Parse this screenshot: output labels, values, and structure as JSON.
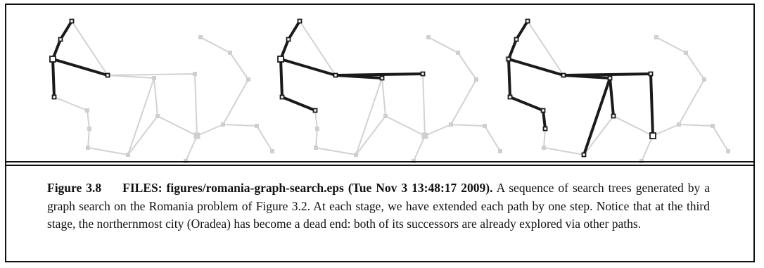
{
  "caption": {
    "figure_label": "Figure 3.8",
    "files_line": "FILES: figures/romania-graph-search.eps (Tue Nov 3 13:48:17 2009).",
    "body": "A sequence of search trees generated by a graph search on the Romania problem of Figure 3.2. At each stage, we have extended each path by one step. Notice that at the third stage, the northernmost city (Oradea) has become a dead end: both of its successors are already explored via other paths."
  },
  "figure": {
    "panel_count": 3,
    "colors": {
      "graph_edge": "#d2d2d2",
      "graph_node": "#cfcfcf",
      "tree_edge": "#1a1a1a",
      "tree_node_fill": "#ffffff",
      "tree_node_stroke": "#1a1a1a"
    },
    "stages": [
      {
        "stage": 1,
        "expanded_paths": 1
      },
      {
        "stage": 2,
        "expanded_paths": 2
      },
      {
        "stage": 3,
        "expanded_paths": 3
      }
    ]
  }
}
